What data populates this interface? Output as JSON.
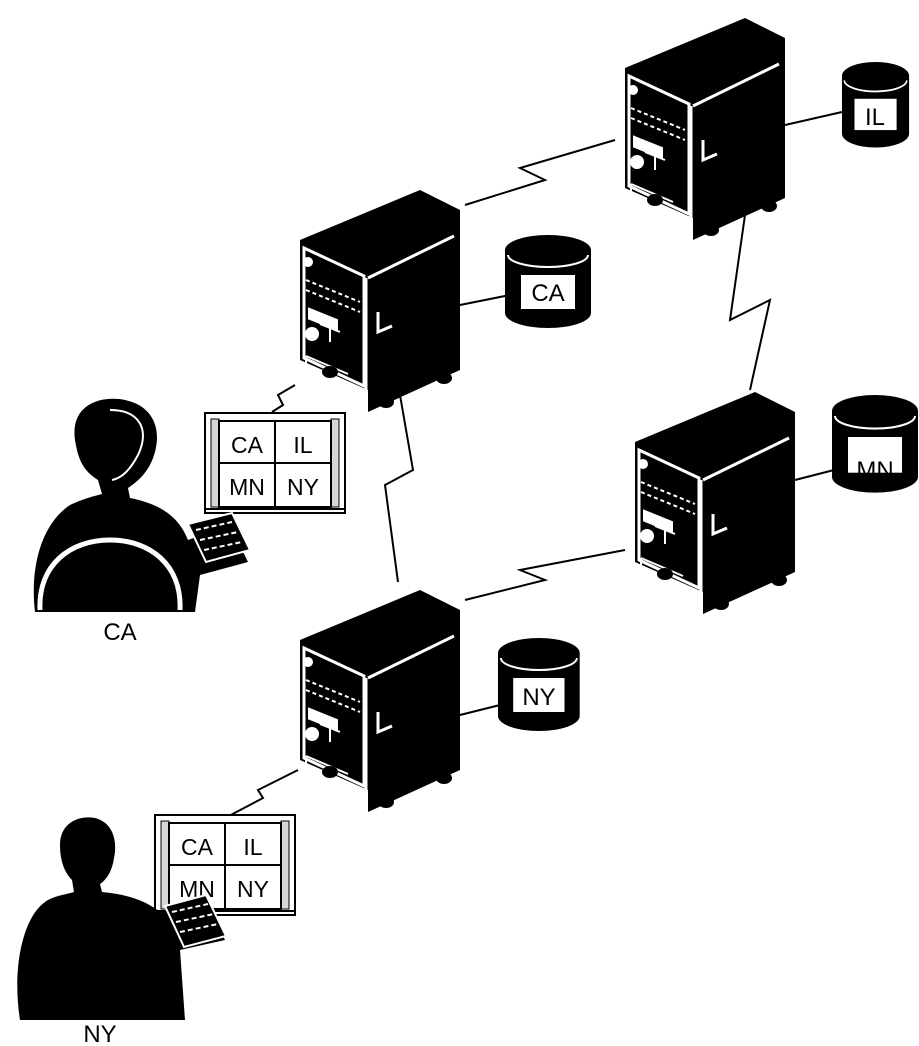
{
  "diagram": {
    "servers": [
      {
        "id": "il",
        "database_label": "IL"
      },
      {
        "id": "ca",
        "database_label": "CA"
      },
      {
        "id": "mn",
        "database_label": "MN"
      },
      {
        "id": "ny",
        "database_label": "NY"
      }
    ],
    "users": [
      {
        "id": "ca",
        "label": "CA",
        "grid": [
          "CA",
          "IL",
          "MN",
          "NY"
        ]
      },
      {
        "id": "ny",
        "label": "NY",
        "grid": [
          "CA",
          "IL",
          "MN",
          "NY"
        ]
      }
    ],
    "connections": [
      [
        "ca",
        "il"
      ],
      [
        "il",
        "mn"
      ],
      [
        "ca",
        "ny"
      ],
      [
        "ny",
        "mn"
      ]
    ],
    "colors": {
      "ink": "#000000",
      "paper": "#ffffff",
      "panel_shade": "#d6d6d6"
    }
  }
}
